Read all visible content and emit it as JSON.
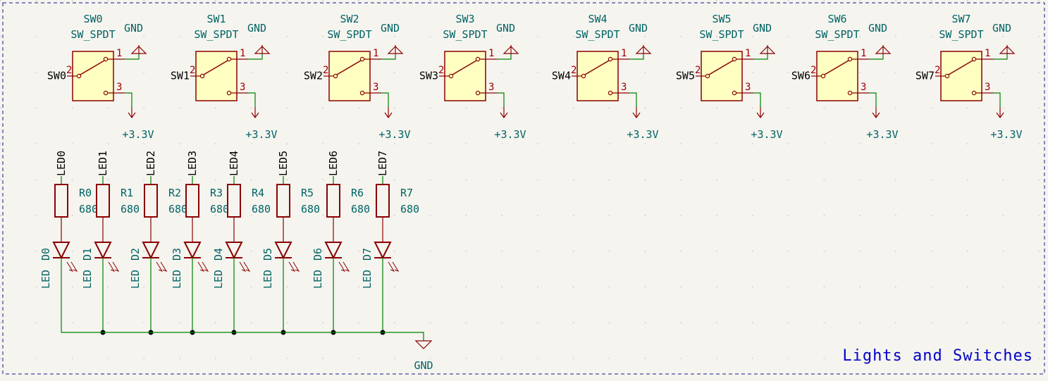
{
  "sheet_title": "Lights and Switches",
  "colors": {
    "background": "#f5f4ef",
    "symbol_body": "#ffffc2",
    "symbol_stroke": "#8b0000",
    "wire": "#008000",
    "label_text": "#006464",
    "net_label_text": "#000000",
    "border": "#1a1a8c",
    "title_text": "#0000c8"
  },
  "gnd_net": "GND",
  "switches": [
    {
      "ref": "SW0",
      "value": "SW_SPDT",
      "gnd": "GND",
      "vcc": "+3.3V",
      "net": "SW0",
      "pins": [
        "1",
        "2",
        "3"
      ]
    },
    {
      "ref": "SW1",
      "value": "SW_SPDT",
      "gnd": "GND",
      "vcc": "+3.3V",
      "net": "SW1",
      "pins": [
        "1",
        "2",
        "3"
      ]
    },
    {
      "ref": "SW2",
      "value": "SW_SPDT",
      "gnd": "GND",
      "vcc": "+3.3V",
      "net": "SW2",
      "pins": [
        "1",
        "2",
        "3"
      ]
    },
    {
      "ref": "SW3",
      "value": "SW_SPDT",
      "gnd": "GND",
      "vcc": "+3.3V",
      "net": "SW3",
      "pins": [
        "1",
        "2",
        "3"
      ]
    },
    {
      "ref": "SW4",
      "value": "SW_SPDT",
      "gnd": "GND",
      "vcc": "+3.3V",
      "net": "SW4",
      "pins": [
        "1",
        "2",
        "3"
      ]
    },
    {
      "ref": "SW5",
      "value": "SW_SPDT",
      "gnd": "GND",
      "vcc": "+3.3V",
      "net": "SW5",
      "pins": [
        "1",
        "2",
        "3"
      ]
    },
    {
      "ref": "SW6",
      "value": "SW_SPDT",
      "gnd": "GND",
      "vcc": "+3.3V",
      "net": "SW6",
      "pins": [
        "1",
        "2",
        "3"
      ]
    },
    {
      "ref": "SW7",
      "value": "SW_SPDT",
      "gnd": "GND",
      "vcc": "+3.3V",
      "net": "SW7",
      "pins": [
        "1",
        "2",
        "3"
      ]
    }
  ],
  "leds": [
    {
      "net": "LED0",
      "res_ref": "R0",
      "res_value": "680",
      "diode_ref": "D0",
      "diode_value": "LED"
    },
    {
      "net": "LED1",
      "res_ref": "R1",
      "res_value": "680",
      "diode_ref": "D1",
      "diode_value": "LED"
    },
    {
      "net": "LED2",
      "res_ref": "R2",
      "res_value": "680",
      "diode_ref": "D2",
      "diode_value": "LED"
    },
    {
      "net": "LED3",
      "res_ref": "R3",
      "res_value": "680",
      "diode_ref": "D3",
      "diode_value": "LED"
    },
    {
      "net": "LED4",
      "res_ref": "R4",
      "res_value": "680",
      "diode_ref": "D4",
      "diode_value": "LED"
    },
    {
      "net": "LED5",
      "res_ref": "R5",
      "res_value": "680",
      "diode_ref": "D5",
      "diode_value": "LED"
    },
    {
      "net": "LED6",
      "res_ref": "R6",
      "res_value": "680",
      "diode_ref": "D6",
      "diode_value": "LED"
    },
    {
      "net": "LED7",
      "res_ref": "R7",
      "res_value": "680",
      "diode_ref": "D7",
      "diode_value": "LED"
    }
  ]
}
